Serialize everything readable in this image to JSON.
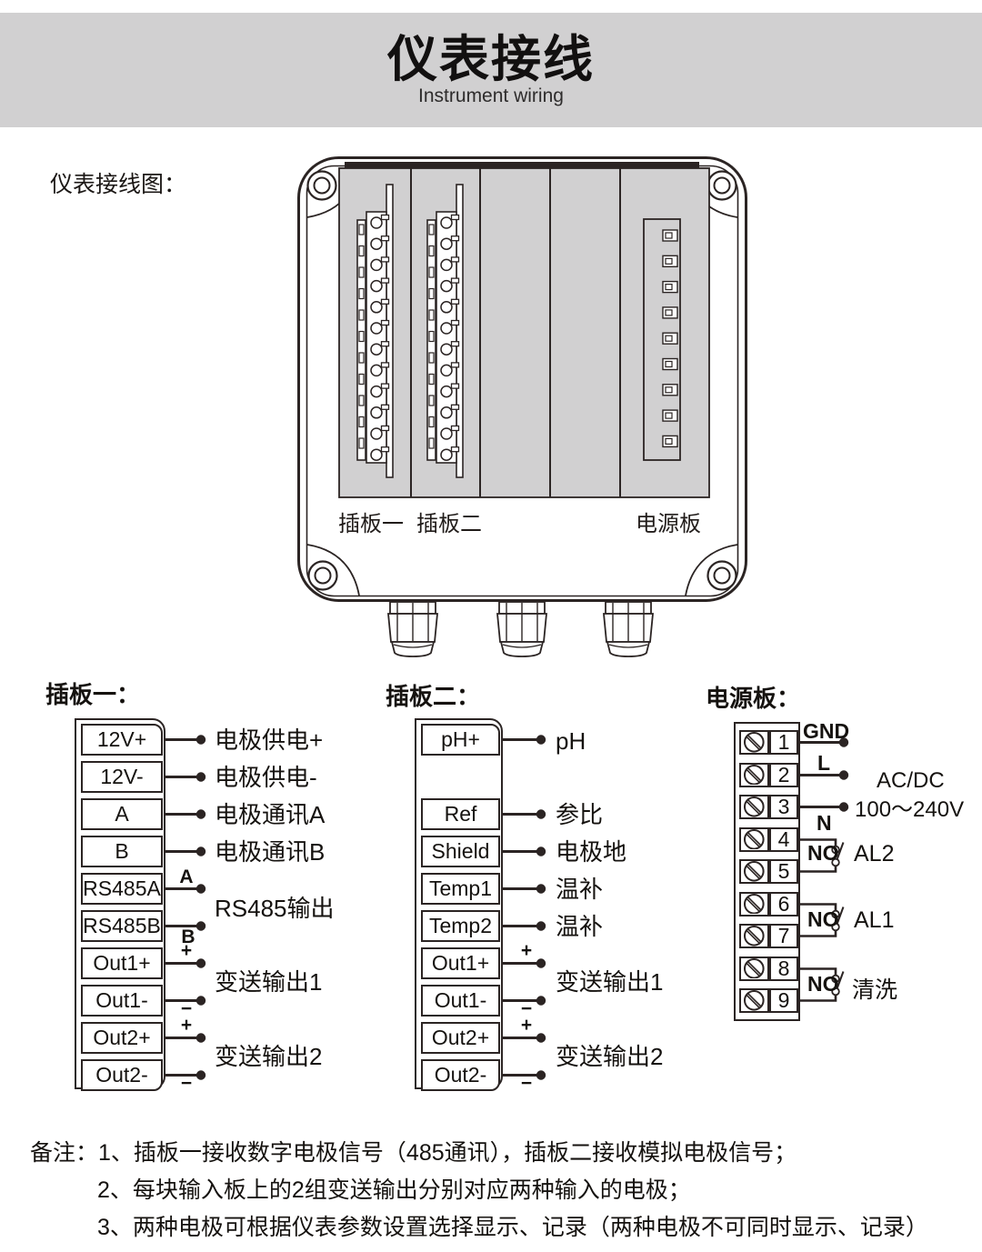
{
  "header": {
    "title": "仪表接线",
    "subtitle": "Instrument wiring"
  },
  "diagram_label": "仪表接线图：",
  "enclosure": {
    "slot1_label": "插板一",
    "slot2_label": "插板二",
    "power_label": "电源板"
  },
  "board1": {
    "title": "插板一：",
    "terminals": [
      "12V+",
      "12V-",
      "A",
      "B",
      "RS485A",
      "RS485B",
      "Out1+",
      "Out1-",
      "Out2+",
      "Out2-"
    ],
    "signals": [
      "电极供电+",
      "电极供电-",
      "电极通讯A",
      "电极通讯B",
      "RS485输出",
      "变送输出1",
      "变送输出2"
    ],
    "wire_marks": {
      "a": "A",
      "b": "B",
      "plus": "+",
      "minus": "−"
    }
  },
  "board2": {
    "title": "插板二：",
    "terminals": [
      "pH+",
      "Ref",
      "Shield",
      "Temp1",
      "Temp2",
      "Out1+",
      "Out1-",
      "Out2+",
      "Out2-"
    ],
    "signals": [
      "pH",
      "参比",
      "电极地",
      "温补",
      "温补",
      "变送输出1",
      "变送输出2"
    ],
    "wire_marks": {
      "plus": "+",
      "minus": "−"
    }
  },
  "board3": {
    "title": "电源板：",
    "numbers": [
      "1",
      "2",
      "3",
      "4",
      "5",
      "6",
      "7",
      "8",
      "9"
    ],
    "gnd": "GND",
    "l": "L",
    "n": "N",
    "rating_line1": "AC/DC",
    "rating_line2": "100～240V",
    "relays": [
      {
        "contact": "NO",
        "label": "AL2"
      },
      {
        "contact": "NO",
        "label": "AL1"
      },
      {
        "contact": "NO",
        "label": "清洗"
      }
    ]
  },
  "notes": {
    "prefix": "备注：",
    "items": [
      "1、插板一接收数字电极信号（485通讯），插板二接收模拟电极信号；",
      "2、每块输入板上的2组变送输出分别对应两种输入的电极；",
      "3、两种电极可根据仪表参数设置选择显示、记录（两种电极不可同时显示、记录）"
    ]
  },
  "colors": {
    "band": "#d1d0d1",
    "panel": "#d1d0d1",
    "line": "#2b2423"
  }
}
